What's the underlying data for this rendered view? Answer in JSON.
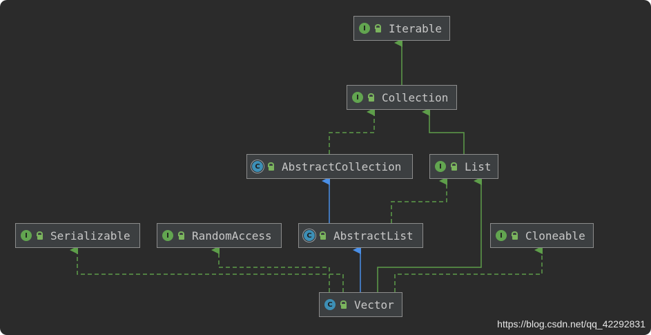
{
  "nodes": {
    "iterable": {
      "label": "Iterable",
      "badge": "I",
      "kind": "interface"
    },
    "collection": {
      "label": "Collection",
      "badge": "I",
      "kind": "interface"
    },
    "abstract_collection": {
      "label": "AbstractCollection",
      "badge": "C",
      "kind": "abstract"
    },
    "list": {
      "label": "List",
      "badge": "I",
      "kind": "interface"
    },
    "serializable": {
      "label": "Serializable",
      "badge": "I",
      "kind": "interface"
    },
    "random_access": {
      "label": "RandomAccess",
      "badge": "I",
      "kind": "interface"
    },
    "abstract_list": {
      "label": "AbstractList",
      "badge": "C",
      "kind": "abstract"
    },
    "cloneable": {
      "label": "Cloneable",
      "badge": "I",
      "kind": "interface"
    },
    "vector": {
      "label": "Vector",
      "badge": "C",
      "kind": "class"
    }
  },
  "edges": [
    {
      "from": "collection",
      "to": "iterable",
      "style": "solid",
      "color": "#5e9e4a"
    },
    {
      "from": "abstract_collection",
      "to": "collection",
      "style": "dashed",
      "color": "#5e9e4a"
    },
    {
      "from": "list",
      "to": "collection",
      "style": "solid",
      "color": "#5e9e4a"
    },
    {
      "from": "abstract_list",
      "to": "abstract_collection",
      "style": "solid",
      "color": "#4a8fe7"
    },
    {
      "from": "abstract_list",
      "to": "list",
      "style": "dashed",
      "color": "#5e9e4a"
    },
    {
      "from": "vector",
      "to": "abstract_list",
      "style": "solid",
      "color": "#4a8fe7"
    },
    {
      "from": "vector",
      "to": "serializable",
      "style": "dashed",
      "color": "#5e9e4a"
    },
    {
      "from": "vector",
      "to": "random_access",
      "style": "dashed",
      "color": "#5e9e4a"
    },
    {
      "from": "vector",
      "to": "list",
      "style": "solid",
      "color": "#5e9e4a"
    },
    {
      "from": "vector",
      "to": "cloneable",
      "style": "dashed",
      "color": "#5e9e4a"
    }
  ],
  "colors": {
    "background": "#2b2b2b",
    "node_fill": "#3c3f41",
    "node_border": "#8d8d8d",
    "interface_badge": "#62a550",
    "class_badge": "#3d8fb6",
    "implements_arrow": "#5e9e4a",
    "extends_arrow": "#4a8fe7"
  },
  "icons": {
    "visibility": "unlock-icon"
  },
  "watermark": "https://blog.csdn.net/qq_42292831"
}
